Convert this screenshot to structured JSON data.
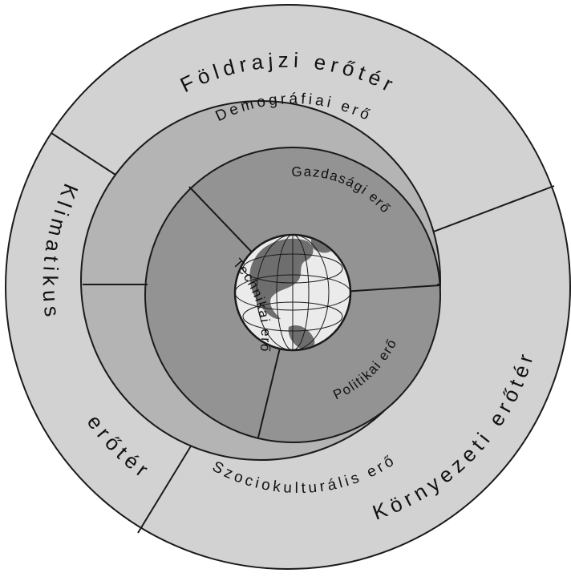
{
  "outer_ring": {
    "foldrajzi": "Földrajzi erőtér",
    "klimatikus_1": "Klimatikus",
    "klimatikus_2": "erőtér",
    "kornyezeti": "Környezeti erőtér"
  },
  "middle_ring": {
    "demografiai": "Demográfiai erő",
    "szociokulturalis": "Szociokulturális erő"
  },
  "inner_ring": {
    "gazdasagi": "Gazdasági erő",
    "technikai": "Technikai erő",
    "politikai": "Politikai erő"
  },
  "colors": {
    "outer": "#d2d2d2",
    "middle": "#b4b4b4",
    "inner": "#939393",
    "ocean": "#ebebeb",
    "land": "#6e6e6e",
    "line": "#1a1a1a"
  },
  "icons": {
    "center": "globe-icon"
  }
}
